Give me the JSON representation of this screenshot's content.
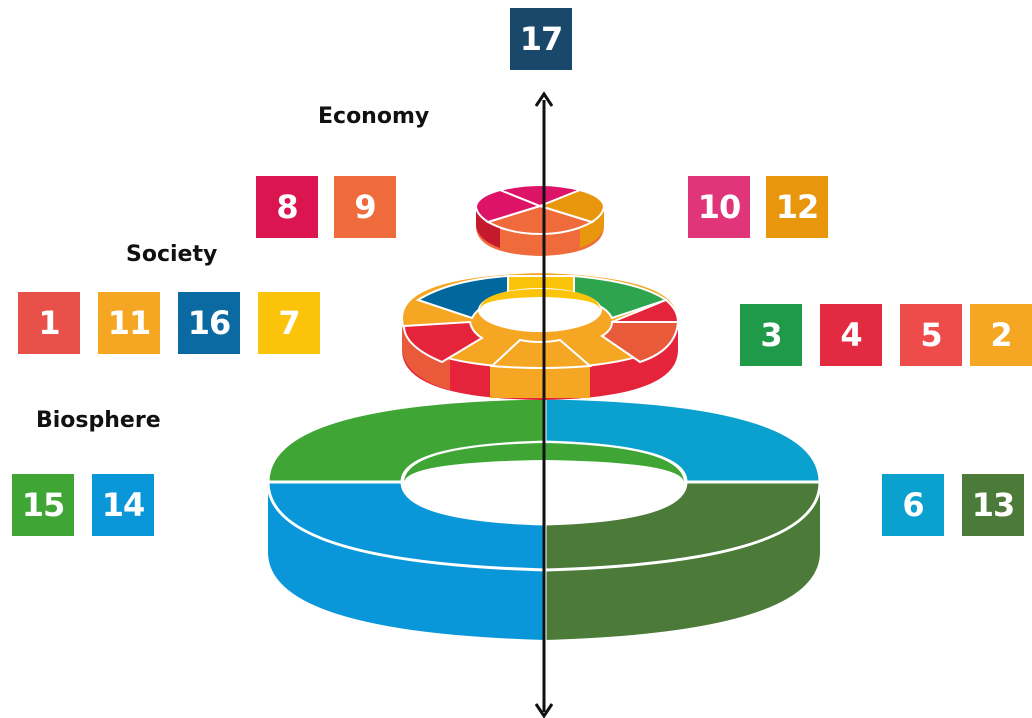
{
  "labels": {
    "economy": "Economy",
    "society": "Society",
    "biosphere": "Biosphere"
  },
  "tiles": {
    "t17": "17",
    "t8": "8",
    "t9": "9",
    "t10": "10",
    "t12": "12",
    "t1": "1",
    "t11": "11",
    "t16": "16",
    "t7": "7",
    "t3": "3",
    "t4": "4",
    "t5": "5",
    "t2": "2",
    "t15": "15",
    "t14": "14",
    "t6": "6",
    "t13": "13"
  },
  "colors": {
    "sdg1": "#E5243B",
    "sdg2": "#DDA63A",
    "sdg3": "#4C9F38",
    "sdg4": "#C5192D",
    "sdg5": "#FF3A21",
    "sdg6": "#26BDE2",
    "sdg7": "#FCC30B",
    "sdg8": "#A21942",
    "sdg9": "#FD6925",
    "sdg10": "#DD1367",
    "sdg11": "#FD9D24",
    "sdg12": "#BF8B2E",
    "sdg13": "#3F7E44",
    "sdg14": "#0A97D9",
    "sdg15": "#56C02B",
    "sdg16": "#00689D",
    "sdg17": "#19486A"
  }
}
